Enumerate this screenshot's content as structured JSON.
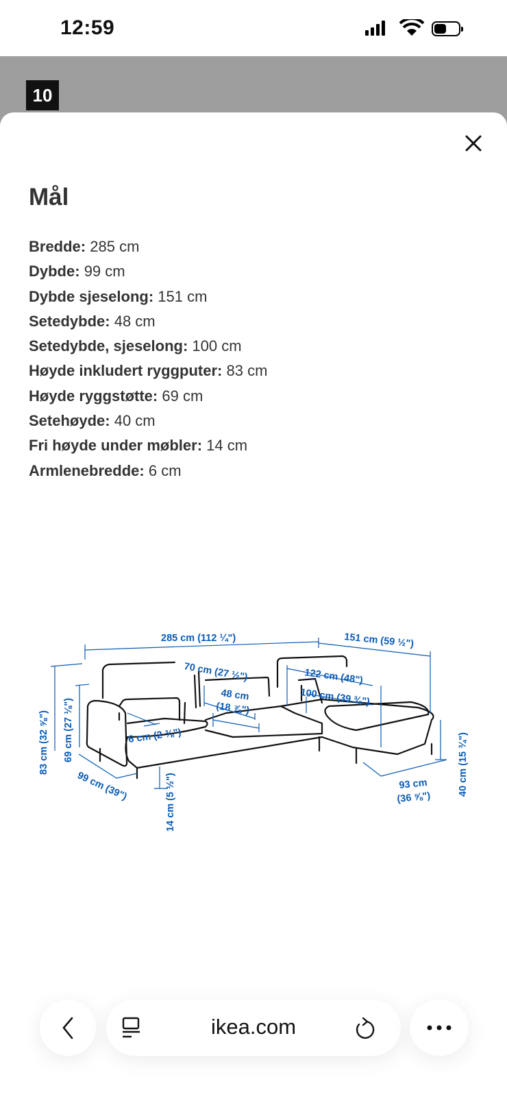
{
  "status_bar": {
    "time": "12:59"
  },
  "gallery": {
    "index": "10"
  },
  "sheet": {
    "title": "Mål",
    "specs": [
      {
        "label": "Bredde:",
        "value": "285 cm"
      },
      {
        "label": "Dybde:",
        "value": "99 cm"
      },
      {
        "label": "Dybde sjeselong:",
        "value": "151 cm"
      },
      {
        "label": "Setedybde:",
        "value": "48 cm"
      },
      {
        "label": "Setedybde, sjeselong:",
        "value": "100 cm"
      },
      {
        "label": "Høyde inkludert ryggputer:",
        "value": "83 cm"
      },
      {
        "label": "Høyde ryggstøtte:",
        "value": "69 cm"
      },
      {
        "label": "Setehøyde:",
        "value": "40 cm"
      },
      {
        "label": "Fri høyde under møbler:",
        "value": "14 cm"
      },
      {
        "label": "Armlenebredde:",
        "value": "6 cm"
      }
    ]
  },
  "diagram": {
    "accent_color": "#0a5bb5",
    "labels": {
      "width": "285 cm (112 ¼\")",
      "chaise_depth": "151 cm (59 ½\")",
      "seat_width": "70 cm (27 ½\")",
      "chaise_width": "122 cm (48\")",
      "seat_depth_1": "48 cm",
      "seat_depth_2": "(18 ⅞\")",
      "chaise_seat_depth": "100 cm (39 ⅜\")",
      "arm_width": "6 cm (2 ⅜\")",
      "height_cushions": "83 cm (32 ⅝\")",
      "height_back": "69 cm (27 ⅛\")",
      "depth": "99 cm (39\")",
      "clearance": "14 cm (5 ½\")",
      "chaise_w_1": "93 cm",
      "chaise_w_2": "(36 ⅝\")",
      "seat_height": "40 cm (15 ¾\")"
    }
  },
  "browser": {
    "url": "ikea.com"
  }
}
